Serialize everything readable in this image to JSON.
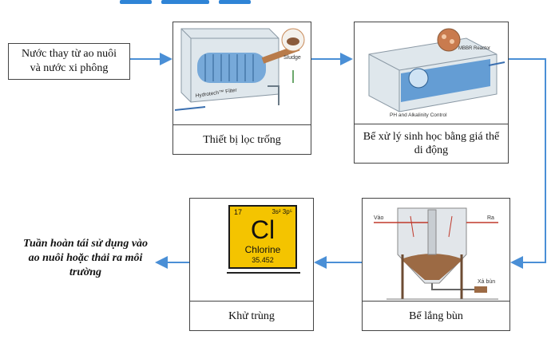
{
  "input_text": "Nước thay từ ao nuôi\nvà nước xi phông",
  "steps": {
    "drum_filter": {
      "caption": "Thiết bị lọc trống",
      "image_labels": {
        "filter": "Hydrotech™ Filter",
        "sludge": "Sludge"
      }
    },
    "biofilter": {
      "caption": "Bể xử lý sinh học bằng giá thể di động",
      "image_labels": {
        "reactor": "MBBR Reactor",
        "control": "PH and Alkalinity Control"
      }
    },
    "settling_tank": {
      "caption": "Bể lắng bùn",
      "image_labels": {
        "in": "Vào",
        "out": "Ra",
        "sludge_out": "Xả bùn"
      }
    },
    "disinfection": {
      "caption": "Khử trùng",
      "element": {
        "number": "17",
        "config": "3s² 3p⁵",
        "symbol": "Cl",
        "name": "Chlorine",
        "mass": "35.452"
      }
    }
  },
  "output_text": "Tuần hoàn tái sử dụng vào ao nuôi hoặc thải ra môi trường",
  "colors": {
    "arrow": "#4a8fd6",
    "top_strip": "#2f84d6",
    "element_fill": "#f4c400"
  }
}
